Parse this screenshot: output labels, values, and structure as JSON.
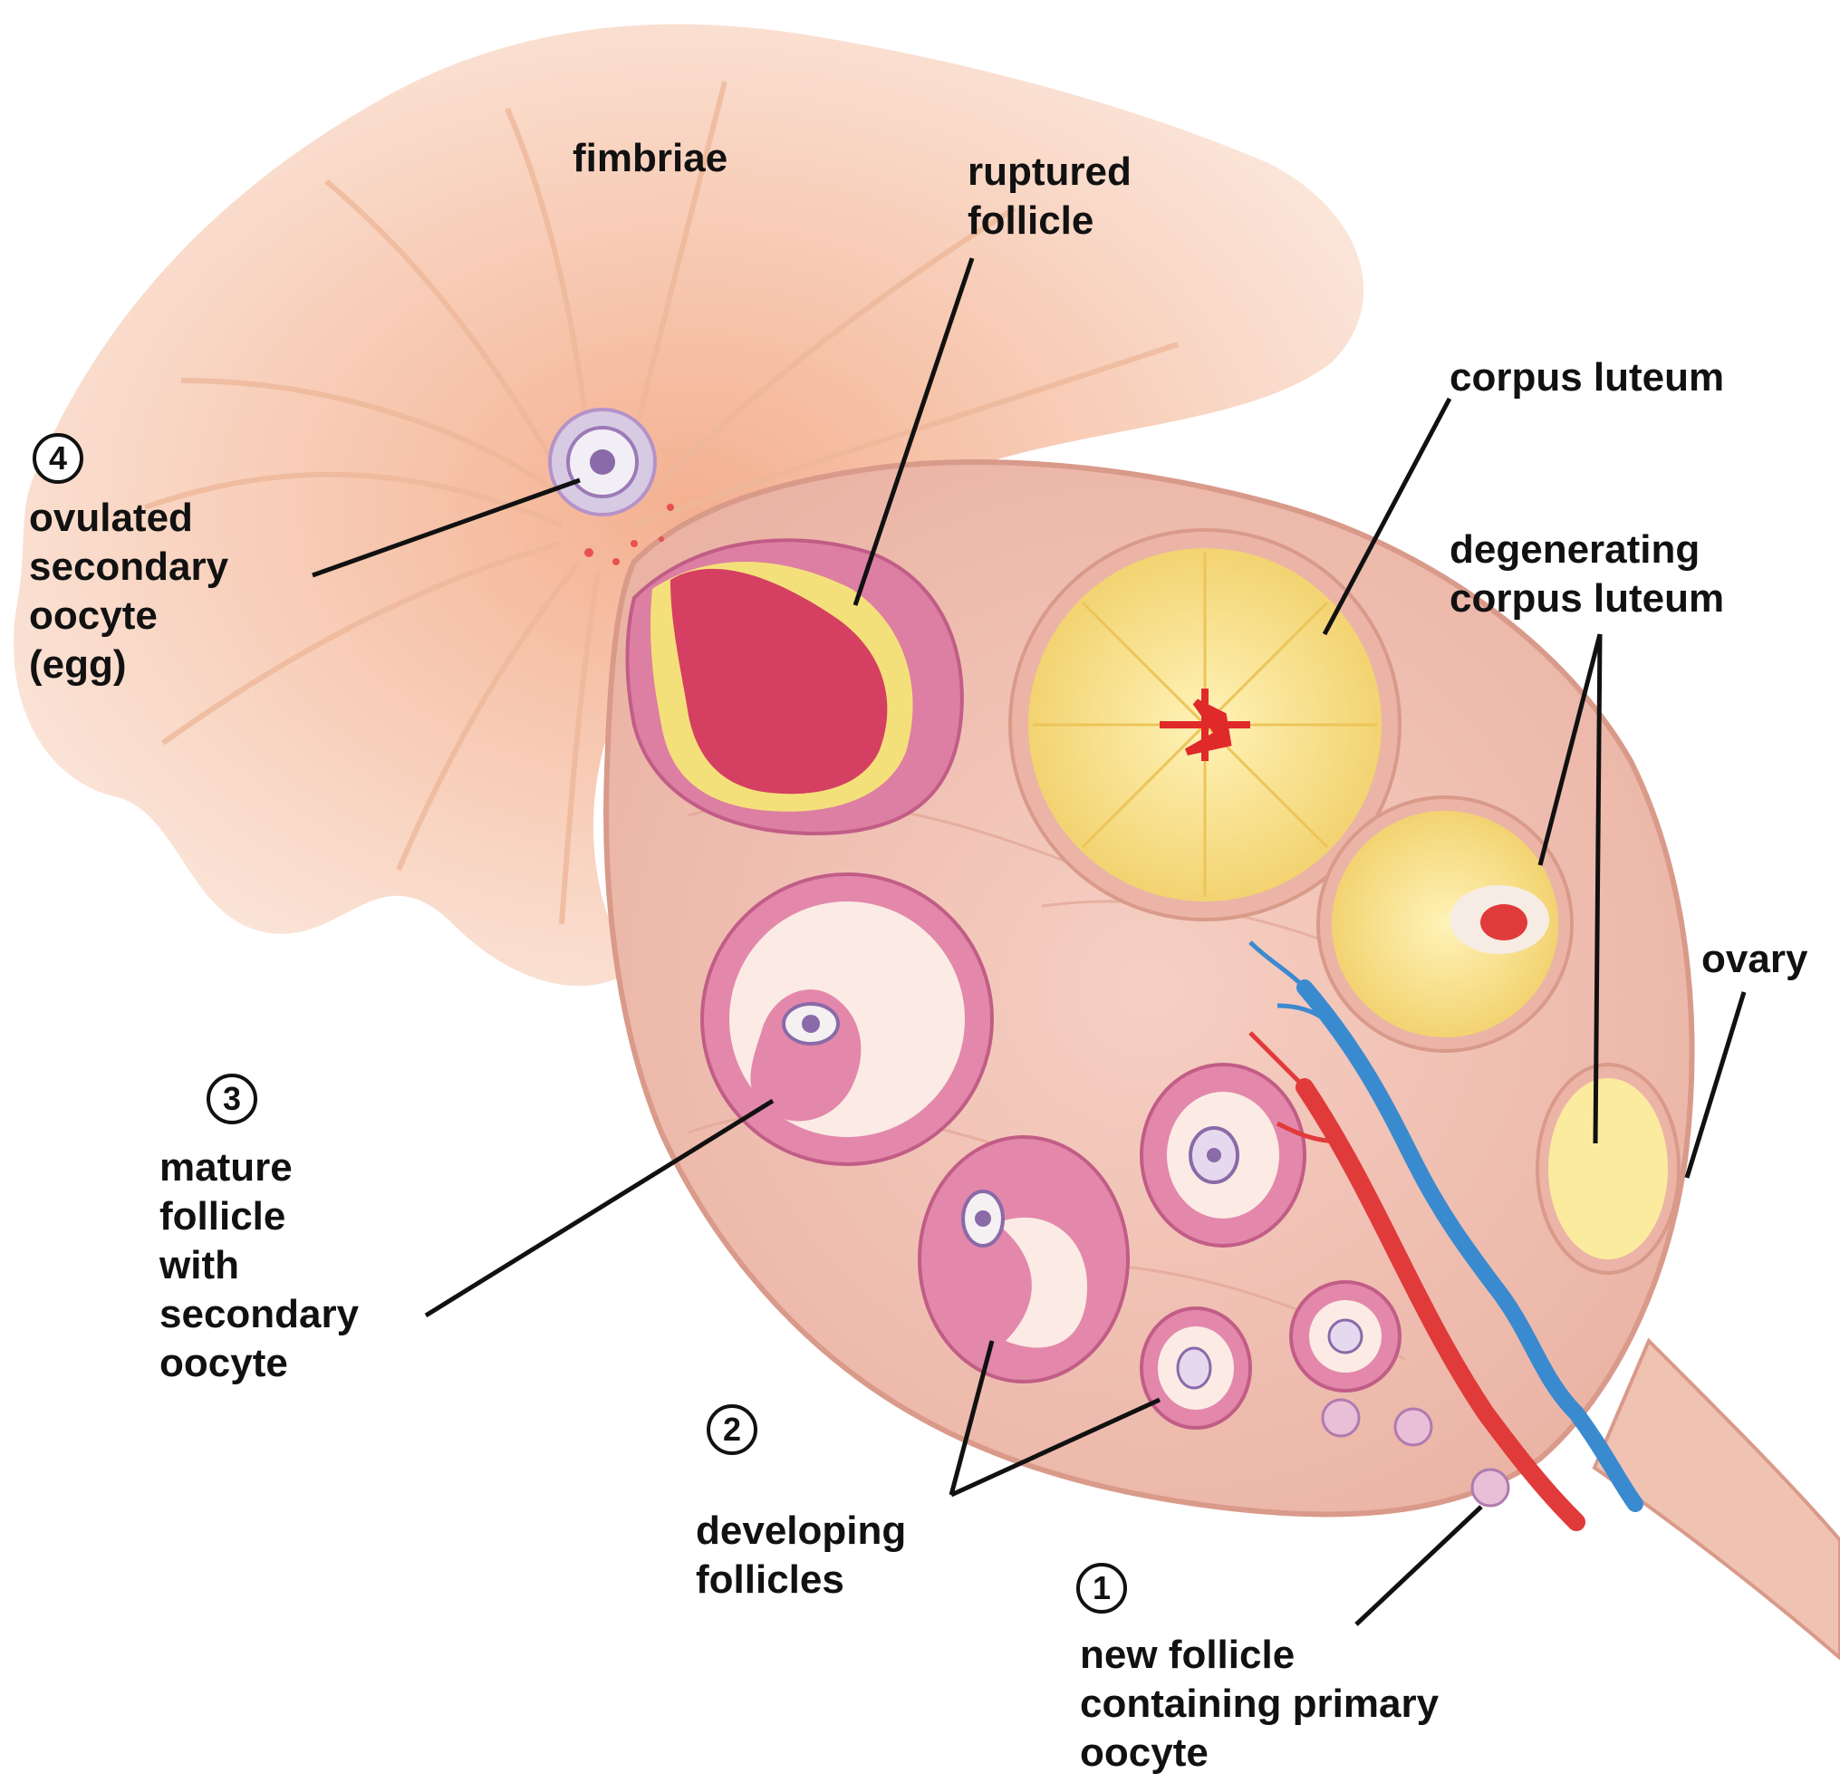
{
  "labels": {
    "fimbriae": "fimbriae",
    "ruptured_follicle": [
      "ruptured",
      "follicle"
    ],
    "corpus_luteum": "corpus luteum",
    "degenerating_corpus_luteum": [
      "degenerating",
      "corpus luteum"
    ],
    "ovary": "ovary",
    "ovulated_oocyte": [
      "ovulated",
      "secondary",
      "oocyte",
      "(egg)"
    ],
    "mature_follicle": [
      "mature",
      "follicle",
      "with",
      "secondary",
      "oocyte"
    ],
    "developing_follicles": [
      "developing",
      "follicles"
    ],
    "new_follicle": [
      "new follicle",
      "containing primary",
      "oocyte"
    ]
  },
  "steps": {
    "one": "1",
    "two": "2",
    "three": "3",
    "four": "4"
  },
  "colors": {
    "fimbriae": "#f6c9ad",
    "ovary_tissue": "#f3c4b8",
    "follicle_pink": "#d9739a",
    "corpus_luteum_yellow": "#f6dd7a",
    "ruptured_red": "#d83a5a",
    "artery": "#e03a3a",
    "vein": "#3a8ad0",
    "leader_line": "#111111"
  }
}
